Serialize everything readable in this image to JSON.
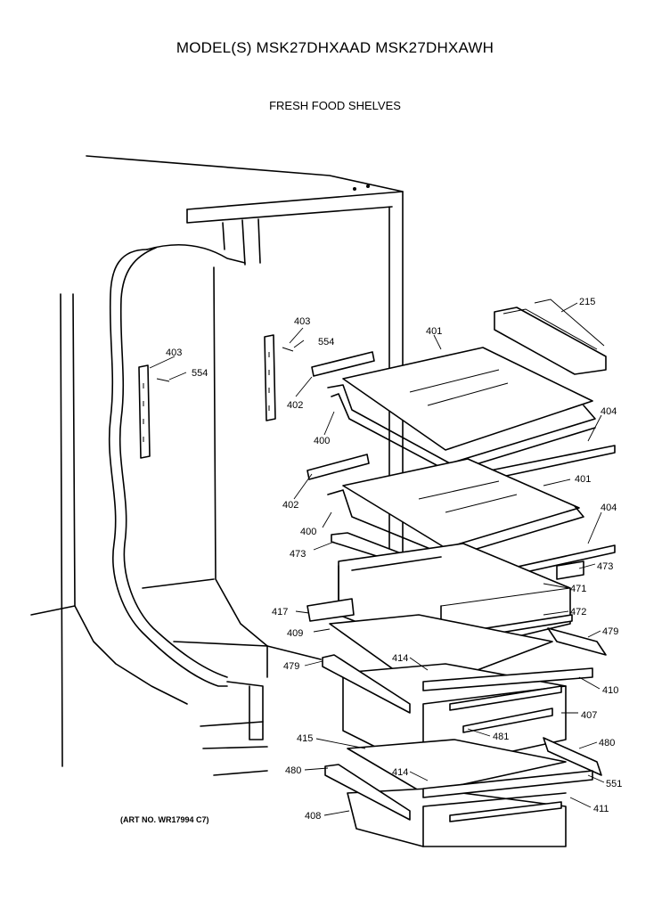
{
  "header": {
    "title": "MODEL(S) MSK27DHXAAD  MSK27DHXAWH",
    "subtitle": "FRESH FOOD SHELVES"
  },
  "footer": {
    "art_no": "(ART NO. WR17994 C7)"
  },
  "callouts": {
    "c215": "215",
    "c401a": "401",
    "c403a": "403",
    "c554a": "554",
    "c403b": "403",
    "c554b": "554",
    "c402a": "402",
    "c400a": "400",
    "c404a": "404",
    "c401b": "401",
    "c402b": "402",
    "c400b": "400",
    "c404b": "404",
    "c473a": "473",
    "c473b": "473",
    "c471": "471",
    "c417": "417",
    "c472": "472",
    "c409": "409",
    "c479a": "479",
    "c414a": "414",
    "c479b": "479",
    "c410": "410",
    "c407": "407",
    "c481": "481",
    "c415": "415",
    "c480a": "480",
    "c480b": "480",
    "c414b": "414",
    "c551": "551",
    "c411": "411",
    "c408": "408"
  }
}
